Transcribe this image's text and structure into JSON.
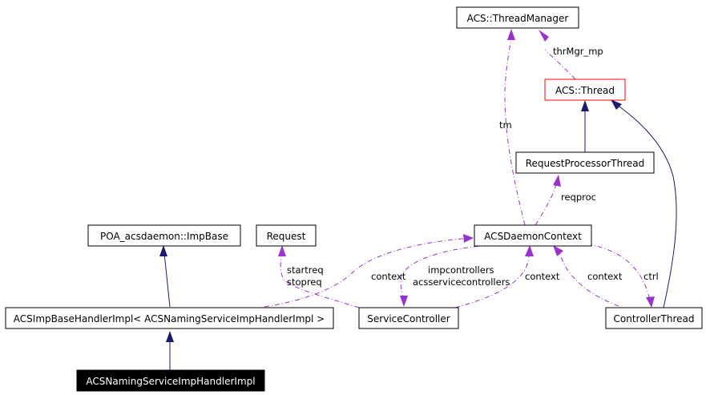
{
  "colors": {
    "inheritance": "#1a1a6e",
    "usage": "#9a32cd",
    "highlight_border": "#ff0000",
    "focus_fill": "#000000",
    "node_border": "#000000"
  },
  "nodes": {
    "thread_manager": "ACS::ThreadManager",
    "thread": "ACS::Thread",
    "request_processor_thread": "RequestProcessorThread",
    "poa_imp_base": "POA_acsdaemon::ImpBase",
    "request": "Request",
    "daemon_context": "ACSDaemonContext",
    "imp_base_handler": "ACSImpBaseHandlerImpl< ACSNamingServiceImpHandlerImpl >",
    "service_controller": "ServiceController",
    "controller_thread": "ControllerThread",
    "naming_service_handler": "ACSNamingServiceImpHandlerImpl"
  },
  "edge_labels": {
    "thr_mgr_mp": "thrMgr_mp",
    "tm": "tm",
    "reqproc": "reqproc",
    "startreq": "startreq",
    "stopreq": "stopreq",
    "context_imp": "context",
    "impcontrollers": "impcontrollers",
    "acsservicecontrollers": "acsservicecontrollers",
    "context_service": "context",
    "context_controller": "context",
    "ctrl": "ctrl"
  }
}
